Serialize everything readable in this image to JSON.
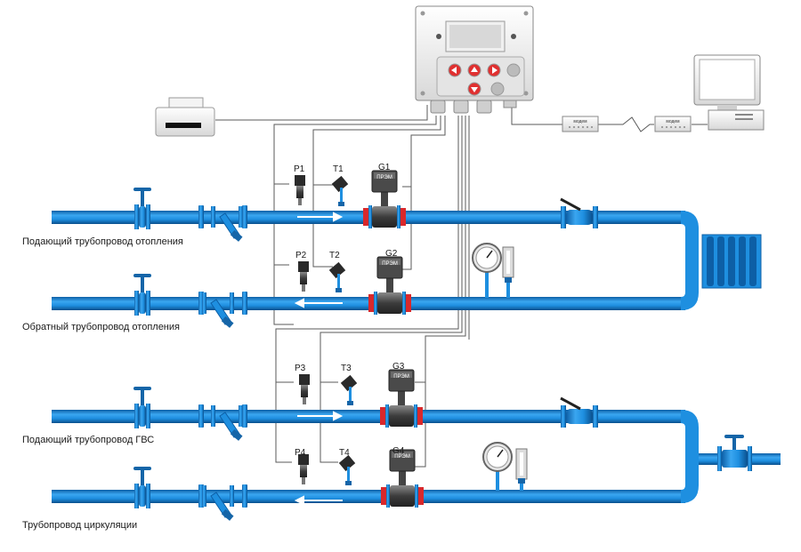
{
  "pipelines": {
    "heating_supply": "Подающий трубопровод отопления",
    "heating_return": "Обратный трубопровод отопления",
    "hot_water_supply": "Подающий трубопровод ГВС",
    "circulation": "Трубопровод циркуляции"
  },
  "sensors": {
    "pressure": [
      "P1",
      "P2",
      "P3",
      "P4"
    ],
    "temperature": [
      "T1",
      "T2",
      "T3",
      "T4"
    ],
    "flow": [
      "G1",
      "G2",
      "G3",
      "G4"
    ]
  },
  "flowmeter_brand": "ПРЭМ",
  "modem_label": "модем",
  "colors": {
    "pipe": "#1e8fe0",
    "pipe_dark": "#0d5fa6",
    "flange_red": "#d9282b",
    "device_gray": "#555555",
    "controller_red": "#e03030"
  }
}
